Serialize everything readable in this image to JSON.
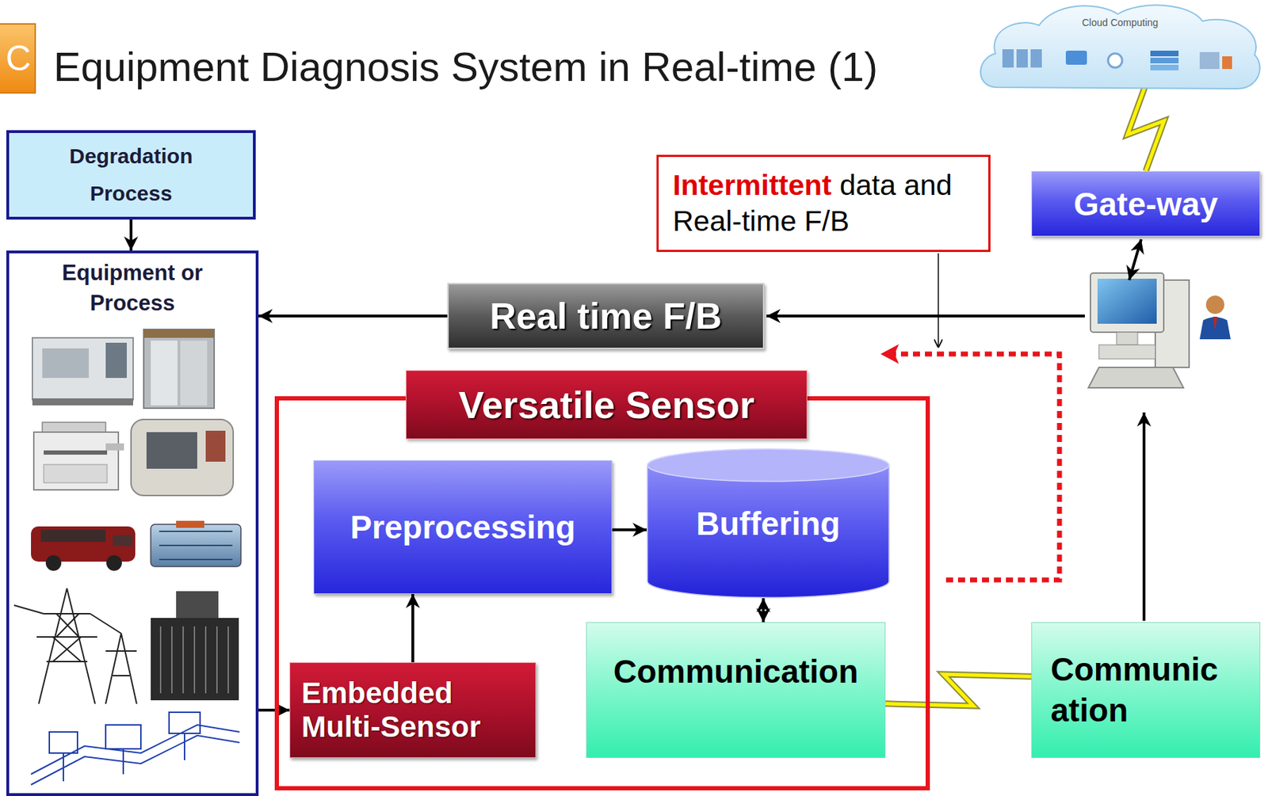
{
  "diagram": {
    "title": "Equipment Diagnosis System in Real-time (1)",
    "nodes": [
      {
        "text": [
          "Degradation Process"
        ]
      },
      {
        "text": [
          "Equipment or Process"
        ]
      },
      {
        "text": [
          "Cloud Computing"
        ]
      },
      {
        "text": [
          "Intermittent",
          "data and Real-time F/B"
        ]
      },
      {
        "text": [
          "Gate-way"
        ]
      },
      {
        "text": [
          "Real time F/B"
        ]
      },
      {
        "text": [
          "Versatile Sensor"
        ]
      },
      {
        "text": [
          "Preprocessing"
        ],
        "in": 6
      },
      {
        "text": [
          "Buffering"
        ],
        "in": 6
      },
      {
        "text": [
          "Embedded Multi-Sensor"
        ],
        "in": 6
      },
      {
        "text": [
          "Communication"
        ],
        "in": 6
      },
      {
        "text": [
          "Communic ation"
        ]
      }
    ],
    "edges": [
      {
        "from": 0,
        "to": 1,
        "arrow": "to"
      },
      {
        "from": 5,
        "to": 1,
        "arrow": "to"
      },
      {
        "from": 1,
        "to": 9,
        "arrow": "to"
      },
      {
        "from": 9,
        "to": 7,
        "arrow": "to"
      },
      {
        "from": 7,
        "to": 8,
        "arrow": "to"
      },
      {
        "from": 8,
        "to": 10,
        "arrow": "both"
      },
      {
        "from": 10,
        "to": 11,
        "arrow": "none"
      },
      {
        "from": 4,
        "to": 2,
        "arrow": "none"
      }
    ],
    "labels": [
      "C"
    ]
  }
}
